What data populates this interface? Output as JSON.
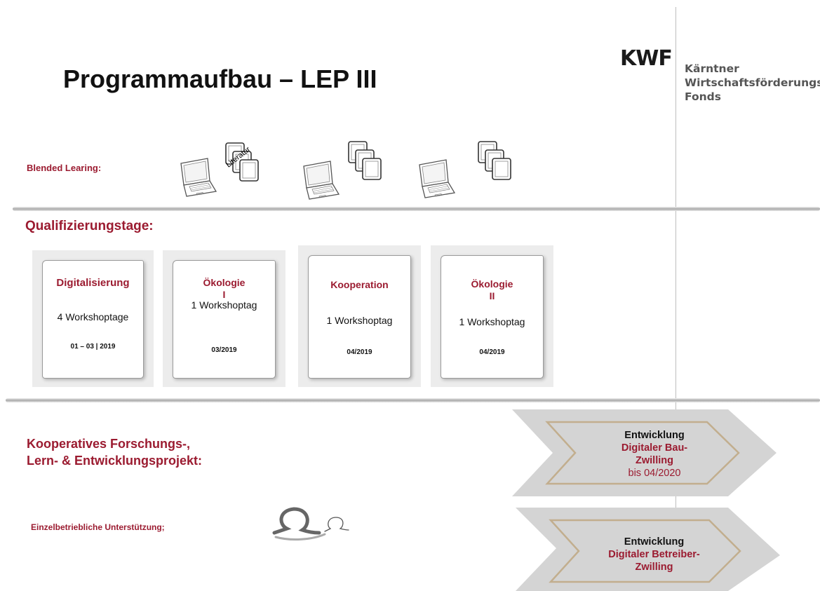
{
  "title": "Programmaufbau – LEP III",
  "logo": {
    "mark": "KWF",
    "name_lines": [
      "Kärntner",
      "Wirtschaftsförderungs",
      "Fonds"
    ]
  },
  "blended": {
    "label": "Blended Learing:",
    "literature_text": "Literatur",
    "icons": [
      "laptop-icon",
      "document-stack-icon"
    ]
  },
  "qualifizierung": {
    "label": "Qualifizierungstage:",
    "cards": [
      {
        "title": "Digitalisierung",
        "subtitle": "4 Workshoptage",
        "date": "01 – 03 | 2019"
      },
      {
        "title": "Ökologie\nI",
        "subtitle": "1 Workshoptag",
        "date": "03/2019"
      },
      {
        "title": "Kooperation",
        "subtitle": "1 Workshoptag",
        "date": "04/2019"
      },
      {
        "title": "Ökologie\nII",
        "subtitle": "1 Workshoptag",
        "date": "04/2019"
      }
    ]
  },
  "kooperativ": {
    "label_line1": "Kooperatives Forschungs-,",
    "label_line2": "Lern- & Entwicklungsprojekt:"
  },
  "einzel": {
    "label": "Einzelbetriebliche Unterstützung;",
    "icon": "omega-icon"
  },
  "arrows": [
    {
      "line1": "Entwicklung",
      "line2": "Digitaler Bau-",
      "line3": "Zwilling",
      "line4": "bis 04/2020"
    },
    {
      "line1": "Entwicklung",
      "line2": "Digitaler Betreiber-",
      "line3": "Zwilling"
    }
  ],
  "colors": {
    "accent": "#9b1b30",
    "arrow_fill": "#d4d4d4",
    "arrow_inner": "#c2ae8e"
  }
}
